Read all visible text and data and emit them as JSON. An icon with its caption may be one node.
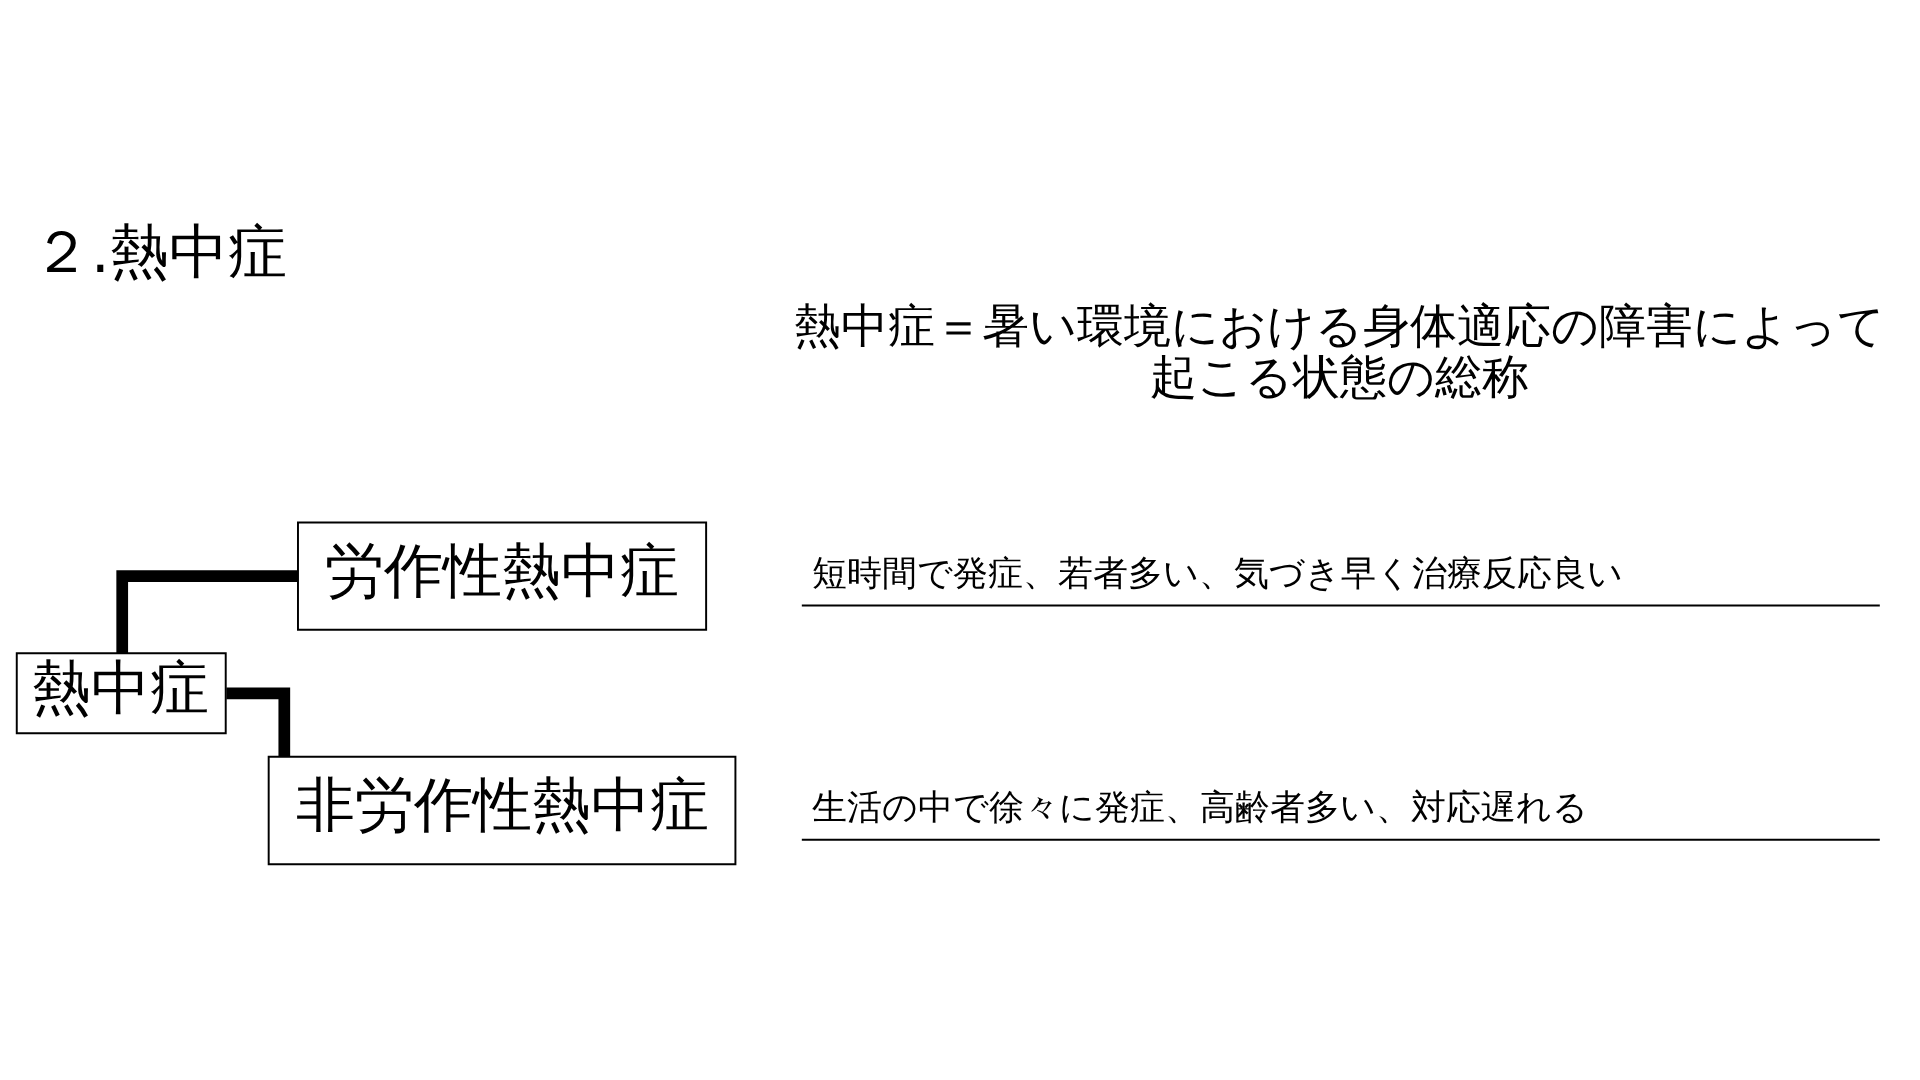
{
  "diagram": {
    "title": "２.熱中症",
    "nodes": [
      {
        "text": [
          "熱中症"
        ]
      },
      {
        "text": [
          "労作性熱中症"
        ],
        "beside": [
          "短時間で発症、若者多い、気づき早く治療反応良い"
        ]
      },
      {
        "text": [
          "非労作性熱中症"
        ],
        "beside": [
          "生活の中で徐々に発症、高齢者多い、対応遅れる"
        ]
      }
    ],
    "edges": [
      {
        "from": 0,
        "to": 1,
        "arrow": "none"
      },
      {
        "from": 0,
        "to": 2,
        "arrow": "none"
      }
    ],
    "labels": [
      "熱中症＝暑い環境における身体適応の障害によって起こる状態の総称"
    ]
  }
}
